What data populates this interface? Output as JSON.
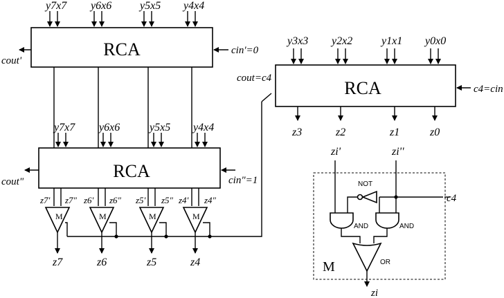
{
  "blocks": {
    "rca_top": "RCA",
    "rca_bottom": "RCA",
    "rca_right": "RCA",
    "mux_module": "M"
  },
  "inputs_top_left": [
    "y7x7",
    "y6x6",
    "y5x5",
    "y4x4"
  ],
  "inputs_mid_left": [
    "y7x7",
    "y6x6",
    "y5x5",
    "y4x4"
  ],
  "inputs_right": [
    "y3x3",
    "y2x2",
    "y1x1",
    "y0x0"
  ],
  "carries": {
    "cout_prime": "cout'",
    "cin_prime": "cin'=0",
    "cout_double_prime": "cout\"",
    "cin_double_prime": "cin\"=1",
    "cout_eq_c4": "cout=c4",
    "c4_eq_cin": "c4=cin",
    "c4": "c4"
  },
  "outputs_right": [
    "z3",
    "z2",
    "z1",
    "z0"
  ],
  "outputs_left": [
    "z7",
    "z6",
    "z5",
    "z4"
  ],
  "mux_inputs": {
    "z7": [
      "z7'",
      "z7\""
    ],
    "z6": [
      "z6'",
      "z6\""
    ],
    "z5": [
      "z5'",
      "z5\""
    ],
    "z4": [
      "z4'",
      "z4\""
    ]
  },
  "mux_label": "M",
  "detail": {
    "zi_prime": "zi'",
    "zi_double_prime": "zi''",
    "not_gate": "NOT",
    "and_gate": "AND",
    "or_gate": "OR",
    "zi": "zi"
  },
  "colors": {
    "line": "#000000",
    "background": "#ffffff"
  }
}
